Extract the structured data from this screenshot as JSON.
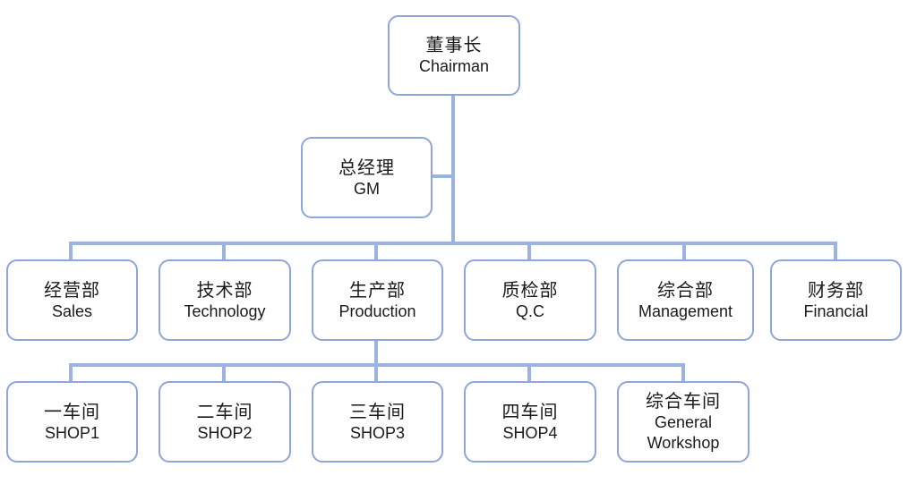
{
  "chart": {
    "chairman": {
      "zh": "董事长",
      "en": "Chairman"
    },
    "gm": {
      "zh": "总经理",
      "en": "GM"
    },
    "departments": [
      {
        "zh": "经营部",
        "en": "Sales"
      },
      {
        "zh": "技术部",
        "en": "Technology"
      },
      {
        "zh": "生产部",
        "en": "Production"
      },
      {
        "zh": "质检部",
        "en": "Q.C"
      },
      {
        "zh": "综合部",
        "en": "Management"
      },
      {
        "zh": "财务部",
        "en": "Financial"
      }
    ],
    "workshops": [
      {
        "zh": "一车间",
        "en": "SHOP1"
      },
      {
        "zh": "二车间",
        "en": "SHOP2"
      },
      {
        "zh": "三车间",
        "en": "SHOP3"
      },
      {
        "zh": "四车间",
        "en": "SHOP4"
      },
      {
        "zh": "综合车间",
        "en_line1": "General",
        "en_line2": "Workshop"
      }
    ]
  },
  "colors": {
    "connector": "#9db3df",
    "box_border": "#8ea6d9",
    "text": "#1a1a1a"
  }
}
